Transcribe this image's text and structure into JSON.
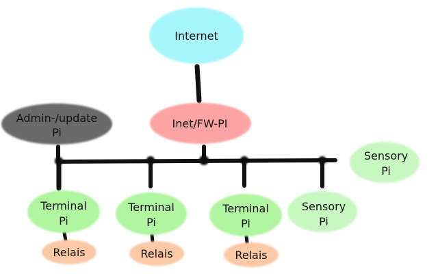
{
  "nodes": {
    "internet": {
      "lines": [
        "Internet"
      ],
      "fill": "#a6f6fb"
    },
    "inet_fw_pi": {
      "lines": [
        "Inet/FW-PI"
      ],
      "fill": "#fca4a4"
    },
    "admin_update_pi": {
      "lines": [
        "Admin-/update",
        "Pi"
      ],
      "fill": "#6b6b6b"
    },
    "terminal_pi_1": {
      "lines": [
        "Terminal",
        "Pi"
      ],
      "fill": "#b0f5a0"
    },
    "terminal_pi_2": {
      "lines": [
        "Terminal",
        "Pi"
      ],
      "fill": "#b0f5a0"
    },
    "terminal_pi_3": {
      "lines": [
        "Terminal",
        "Pi"
      ],
      "fill": "#b0f5a0"
    },
    "sensory_pi_1": {
      "lines": [
        "Sensory",
        "Pi"
      ],
      "fill": "#c7f8c0"
    },
    "sensory_pi_2": {
      "lines": [
        "Sensory",
        "Pi"
      ],
      "fill": "#c7f8c0"
    },
    "relais_1": {
      "lines": [
        "Relais"
      ],
      "fill": "#fcc9a6"
    },
    "relais_2": {
      "lines": [
        "Relais"
      ],
      "fill": "#fcc9a6"
    },
    "relais_3": {
      "lines": [
        "Relais"
      ],
      "fill": "#fcc9a6"
    }
  },
  "colors": {
    "line": "#111111"
  }
}
